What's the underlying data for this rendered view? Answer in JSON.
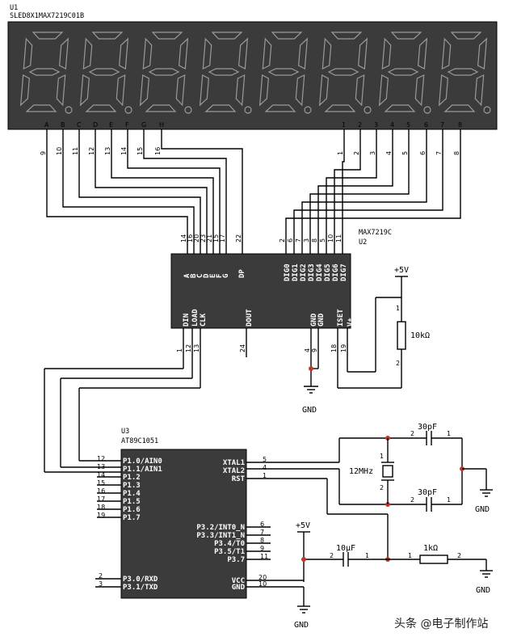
{
  "display": {
    "ref": "U1",
    "part": "SLED8X1MAX7219C01B",
    "segment_letters": [
      "A",
      "B",
      "C",
      "D",
      "E",
      "F",
      "G",
      "H"
    ],
    "segment_pins": [
      "9",
      "10",
      "11",
      "12",
      "13",
      "14",
      "15",
      "16"
    ],
    "digit_numbers": [
      "1",
      "2",
      "3",
      "4",
      "5",
      "6",
      "7",
      "8"
    ],
    "digit_pins": [
      "1",
      "2",
      "3",
      "4",
      "5",
      "6",
      "7",
      "8"
    ]
  },
  "max7219": {
    "ref": "U2",
    "part": "MAX7219C",
    "seg_pins_top": [
      "A",
      "B",
      "C",
      "D",
      "E",
      "F",
      "G",
      "DP"
    ],
    "seg_pin_numbers": [
      "14",
      "16",
      "20",
      "23",
      "21",
      "15",
      "17",
      "22"
    ],
    "dig_pins_top": [
      "DIG0",
      "DIG1",
      "DIG2",
      "DIG3",
      "DIG4",
      "DIG5",
      "DIG6",
      "DIG7"
    ],
    "dig_pin_numbers": [
      "2",
      "6",
      "7",
      "3",
      "8",
      "5",
      "10",
      "11"
    ],
    "bottom_pins": [
      "DIN",
      "LOAD",
      "CLK",
      "DOUT",
      "GND",
      "GND",
      "ISET",
      "V+"
    ],
    "bottom_pin_numbers": [
      "1",
      "12",
      "13",
      "24",
      "4",
      "9",
      "18",
      "19"
    ]
  },
  "mcu": {
    "ref": "U3",
    "part": "AT89C1051",
    "left_pins": [
      "P1.0/AIN0",
      "P1.1/AIN1",
      "P1.2",
      "P1.3",
      "P1.4",
      "P1.5",
      "P1.6",
      "P1.7"
    ],
    "left_pin_numbers": [
      "12",
      "13",
      "14",
      "15",
      "16",
      "17",
      "18",
      "19"
    ],
    "left_pins_bottom": [
      "P3.0/RXD",
      "P3.1/TXD"
    ],
    "left_pins_bottom_numbers": [
      "2",
      "3"
    ],
    "right_pins_top": [
      "XTAL1",
      "XTAL2",
      "RST"
    ],
    "right_pins_top_numbers": [
      "5",
      "4",
      "1"
    ],
    "right_pins_mid": [
      "P3.2/INT0_N",
      "P3.3/INT1_N",
      "P3.4/T0",
      "P3.5/T1",
      "P3.7"
    ],
    "right_pins_mid_numbers": [
      "6",
      "7",
      "8",
      "9",
      "11"
    ],
    "right_pins_bottom": [
      "VCC",
      "GND"
    ],
    "right_pins_bottom_numbers": [
      "20",
      "10"
    ]
  },
  "components": {
    "rset": "10kΩ",
    "crystal": "12MHz",
    "cap1": "30pF",
    "cap2": "30pF",
    "cap_reset": "10μF",
    "r_reset": "1kΩ",
    "vcc1": "+5V",
    "vcc2": "+5V",
    "gnd": "GND",
    "pin_1": "1",
    "pin_2": "2"
  },
  "watermark": "头条 @电子制作站"
}
